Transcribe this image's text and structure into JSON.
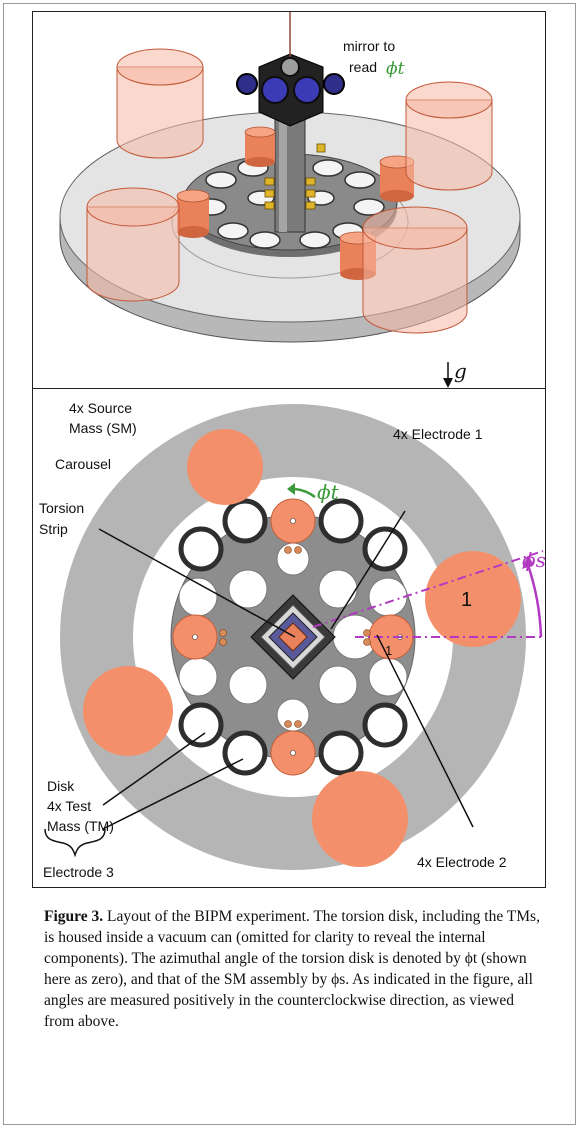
{
  "top_panel": {
    "mirror_label_line1": "mirror to",
    "mirror_label_line2": "read",
    "phi_t_symbol": "ϕt",
    "gravity_symbol": "g"
  },
  "bottom_panel": {
    "source_mass_line1": "4x Source",
    "source_mass_line2": "Mass (SM)",
    "carousel": "Carousel",
    "electrode1": "4x Electrode 1",
    "torsion_line1": "Torsion",
    "torsion_line2": "Strip",
    "phi_t_symbol": "ϕt",
    "phi_s_symbol": "ϕs",
    "sm_number": "1",
    "tm_number": "1",
    "disk": "Disk",
    "test_mass_line1": "4x Test",
    "test_mass_line2": "Mass (TM)",
    "electrode2": "4x Electrode 2",
    "electrode3": "Electrode 3"
  },
  "caption": {
    "label": "Figure 3.",
    "text": " Layout of the BIPM experiment. The torsion disk, including the TMs, is housed inside a vacuum can (omitted for clarity to reveal the internal components). The azimuthal angle of the torsion disk is denoted by ϕt (shown here as zero), and that of the SM assembly by ϕs. As indicated in the figure, all angles are measured positively in the counterclockwise direction, as viewed from above."
  },
  "colors": {
    "source_mass": "#f3906b",
    "carousel": "#b5b5b5",
    "disk": "#8d8d8d",
    "phi_t": "#3a9a3a",
    "phi_s": "#b23ac2",
    "translucent_mass": "#f5b8a4"
  }
}
